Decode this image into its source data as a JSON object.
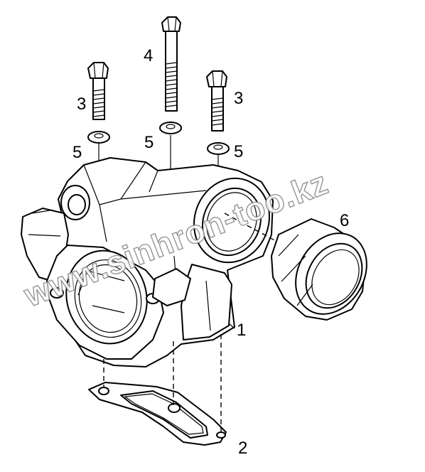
{
  "diagram": {
    "callouts": [
      {
        "id": "c1",
        "text": "1"
      },
      {
        "id": "c2",
        "text": "2"
      },
      {
        "id": "c3a",
        "text": "3"
      },
      {
        "id": "c3b",
        "text": "3"
      },
      {
        "id": "c4",
        "text": "4"
      },
      {
        "id": "c5a",
        "text": "5"
      },
      {
        "id": "c5b",
        "text": "5"
      },
      {
        "id": "c5c",
        "text": "5"
      },
      {
        "id": "c6",
        "text": "6"
      }
    ],
    "watermark": "www.sinhron-too.kz"
  },
  "colors": {
    "line": "#000000",
    "watermark_outline": "#8a8a8a",
    "background": "#ffffff"
  }
}
